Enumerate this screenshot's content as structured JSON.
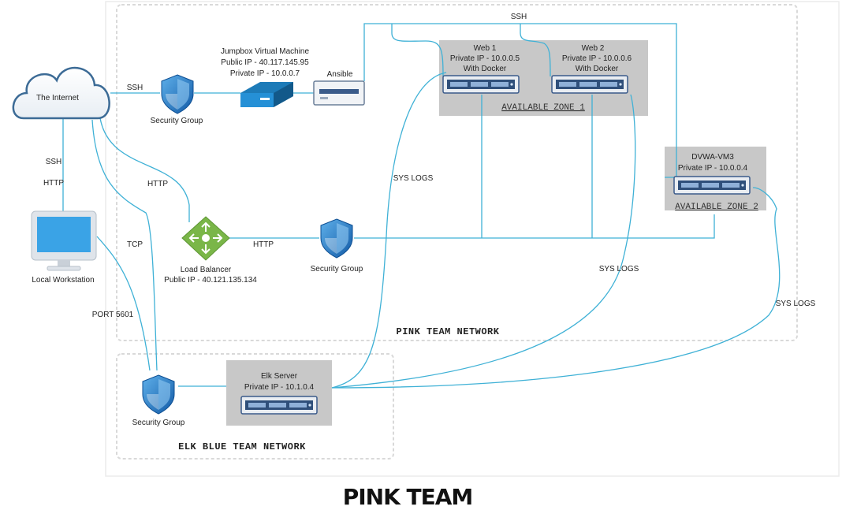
{
  "labels": {
    "internet": "The Internet",
    "local_workstation": "Local Workstation",
    "jumpbox_title": "Jumpbox Virtual Machine",
    "jumpbox_public_ip": "Public IP - 40.117.145.95",
    "jumpbox_private_ip": "Private IP - 10.0.0.7",
    "ansible": "Ansible",
    "sg_top": "Security Group",
    "sg_middle": "Security Group",
    "sg_elk": "Security Group",
    "load_balancer": "Load Balancer",
    "load_balancer_ip": "Public IP - 40.121.135.134",
    "web1_title": "Web 1",
    "web1_ip": "Private IP - 10.0.0.5",
    "web1_docker": "With Docker",
    "web2_title": "Web 2",
    "web2_ip": "Private IP - 10.0.0.6",
    "web2_docker": "With Docker",
    "zone1": "AVAILABLE ZONE 1",
    "dvwa_title": "DVWA-VM3",
    "dvwa_ip": "Private IP - 10.0.0.4",
    "zone2": "AVAILABLE ZONE 2",
    "elk_title": "Elk Server",
    "elk_ip": "Private IP - 10.1.0.4",
    "pink_network": "PINK TEAM NETWORK",
    "elk_network": "ELK BLUE TEAM NETWORK",
    "page_title": "PINK TEAM"
  },
  "connections": {
    "ssh_internet_sg": "SSH",
    "ssh_top": "SSH",
    "ssh_internet_ws": "SSH",
    "http_internet_ws": "HTTP",
    "http_internet_lb": "HTTP",
    "http_lb_sg": "HTTP",
    "tcp": "TCP",
    "port": "PORT 5601",
    "syslogs_1": "SYS LOGS",
    "syslogs_2": "SYS LOGS",
    "syslogs_3": "SYS LOGS"
  },
  "colors": {
    "link_line": "#3fb1d6",
    "shield": "#1e79c8",
    "zone_fill": "#c8c8c8",
    "server": "#3b5b8a",
    "lb_green": "#7ab648"
  }
}
